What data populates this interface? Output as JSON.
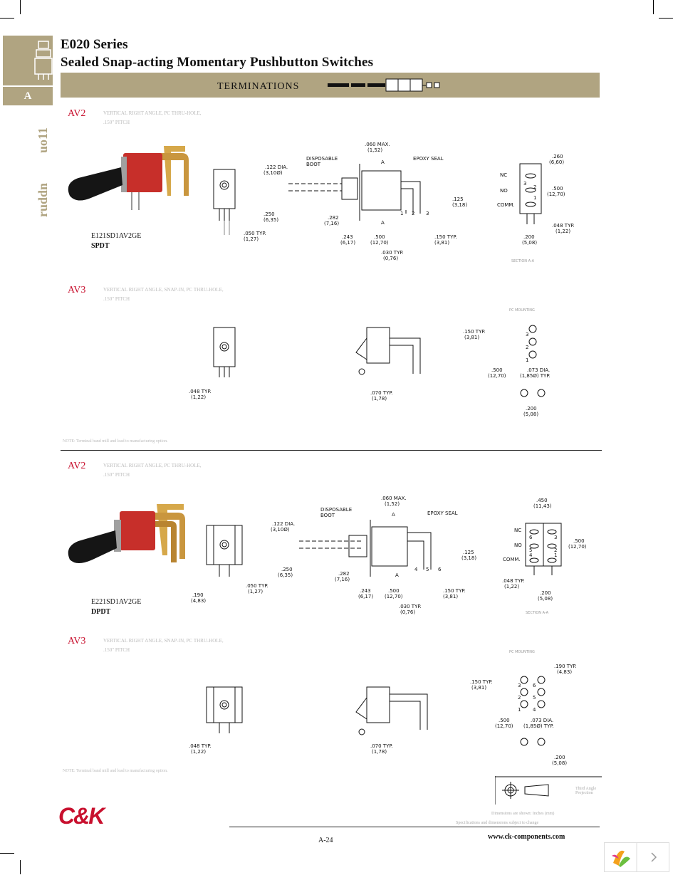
{
  "header": {
    "series": "E020 Series",
    "subtitle": "Sealed Snap-acting Momentary Pushbutton Switches",
    "band_label": "TERMINATIONS",
    "tab_letter": "A",
    "side_word_1": "uo11",
    "side_word_2": "ruddn"
  },
  "sections": [
    {
      "code": "AV2",
      "desc_line1": "VERTICAL RIGHT ANGLE, PC THRU-HOLE,",
      "desc_line2": ".150\" PITCH",
      "part": "E121SD1AV2GE",
      "pole": "SPDT",
      "drawing": {
        "dims": [
          ".060 MAX.",
          "(1,52)",
          "EPOXY SEAL",
          "DISPOSABLE",
          "BOOT",
          ".122 DIA.",
          "(3,10Ø)",
          ".260",
          "(6,60)",
          "NC",
          "NO",
          "COMM.",
          ".500",
          "(12,70)",
          ".125",
          "(3,18)",
          ".250",
          "(6,35)",
          ".282",
          "(7,16)",
          ".243",
          "(6,17)",
          ".500",
          "(12,70)",
          ".150 TYP.",
          "(3,81)",
          ".050 TYP.",
          "(1,27)",
          ".030 TYP.",
          "(0,76)",
          ".048 TYP.",
          "(1,22)",
          ".200",
          "(5,08)",
          "SECTION A-A",
          "A",
          "A",
          "1",
          "2",
          "3",
          "3",
          "2",
          "1"
        ]
      }
    },
    {
      "code": "AV3",
      "desc_line1": "VERTICAL RIGHT ANGLE, SNAP-IN, PC THRU-HOLE,",
      "desc_line2": ".150\" PITCH",
      "drawing": {
        "pc_mounting": "PC MOUNTING",
        "dims": [
          ".150 TYP.",
          "(3,81)",
          ".500",
          "(12,70)",
          ".073 DIA.",
          "(1,85Ø) TYP.",
          ".200",
          "(5,08)",
          ".048 TYP.",
          "(1,22)",
          ".070 TYP.",
          "(1,78)",
          "3",
          "2",
          "1"
        ]
      },
      "note": "NOTE: Terminal band mill and lead to manufacturing option."
    },
    {
      "code": "AV2",
      "desc_line1": "VERTICAL RIGHT ANGLE, PC THRU-HOLE,",
      "desc_line2": ".150\" PITCH",
      "part": "E221SD1AV2GE",
      "pole": "DPDT",
      "drawing": {
        "dims": [
          ".060 MAX.",
          "(1,52)",
          "EPOXY SEAL",
          "DISPOSABLE",
          "BOOT",
          ".122 DIA.",
          "(3,10Ø)",
          ".450",
          "(11,43)",
          "NC",
          "NO",
          "COMM.",
          ".500",
          "(12,70)",
          ".125",
          "(3,18)",
          ".250",
          "(6,35)",
          ".282",
          "(7,16)",
          ".243",
          "(6,17)",
          ".500",
          "(12,70)",
          ".150 TYP.",
          "(3,81)",
          ".190",
          "(4,83)",
          ".050 TYP.",
          "(1,27)",
          ".030 TYP.",
          "(0,76)",
          ".048 TYP.",
          "(1,22)",
          ".200",
          "(5,08)",
          "SECTION A-A",
          "A",
          "A",
          "4",
          "5",
          "6",
          "6",
          "5",
          "4",
          "3",
          "2",
          "1"
        ]
      }
    },
    {
      "code": "AV3",
      "desc_line1": "VERTICAL RIGHT ANGLE, SNAP-IN, PC THRU-HOLE,",
      "desc_line2": ".150\" PITCH",
      "drawing": {
        "pc_mounting": "PC MOUNTING",
        "dims": [
          ".190 TYP.",
          "(4,83)",
          ".150 TYP.",
          "(3,81)",
          ".500",
          "(12,70)",
          ".073 DIA.",
          "(1,85Ø) TYP.",
          ".200",
          "(5,08)",
          ".048 TYP.",
          "(1,22)",
          ".070 TYP.",
          "(1,78)",
          "3",
          "6",
          "2",
          "5",
          "1",
          "4"
        ]
      },
      "note": "NOTE: Terminal band mill and lead to manufacturing option."
    }
  ],
  "footer": {
    "logo": "C&K",
    "projection_label": "Third Angle Projection",
    "disclaimer1": "Dimensions are shown: Inches (mm)",
    "disclaimer2": "Specifications and dimensions subject to change",
    "page": "A-24",
    "url": "www.ck-components.com"
  },
  "colors": {
    "tan": "#b0a481",
    "red": "#c8102e"
  }
}
